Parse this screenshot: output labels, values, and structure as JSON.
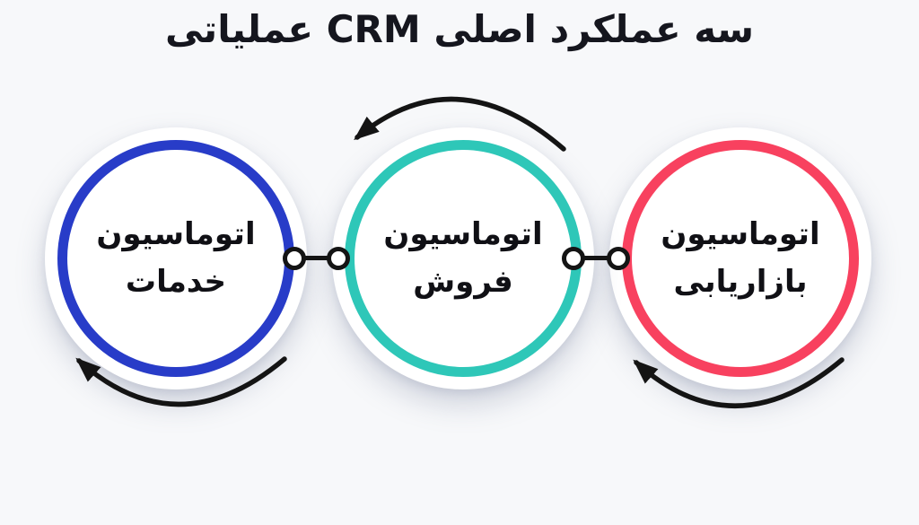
{
  "title": "سه عملکرد اصلی CRM عملیاتی",
  "circles": [
    {
      "name": "marketing-automation",
      "position": "right",
      "line1": "اتوماسیون",
      "line2": "بازاریابی",
      "ring_color": "#f8415f"
    },
    {
      "name": "sales-automation",
      "position": "center",
      "line1": "اتوماسیون",
      "line2": "فروش",
      "ring_color": "#2ec7b8"
    },
    {
      "name": "service-automation",
      "position": "left",
      "line1": "اتوماسیون",
      "line2": "خدمات",
      "ring_color": "#283cc8"
    }
  ],
  "connectors": [
    {
      "name": "connector-sales-marketing",
      "style": "line-with-end-nodes"
    },
    {
      "name": "connector-service-sales",
      "style": "line-with-end-nodes"
    }
  ],
  "arrows": [
    {
      "name": "curved-arrow-top",
      "shape": "arc-over-center-circle",
      "head": "points-down-left"
    },
    {
      "name": "curved-arrow-bottom-left",
      "shape": "arc-under-left-circle",
      "head": "points-up-left"
    },
    {
      "name": "curved-arrow-bottom-right",
      "shape": "arc-under-right-circle",
      "head": "points-up-left"
    }
  ],
  "colors": {
    "background": "#f7f8fa",
    "title_text": "#15161e",
    "label_text": "#101015",
    "stroke_black": "#141414",
    "circle_fill": "#ffffff",
    "ring_blue": "#283cc8",
    "ring_teal": "#2ec7b8",
    "ring_red": "#f8415f"
  }
}
